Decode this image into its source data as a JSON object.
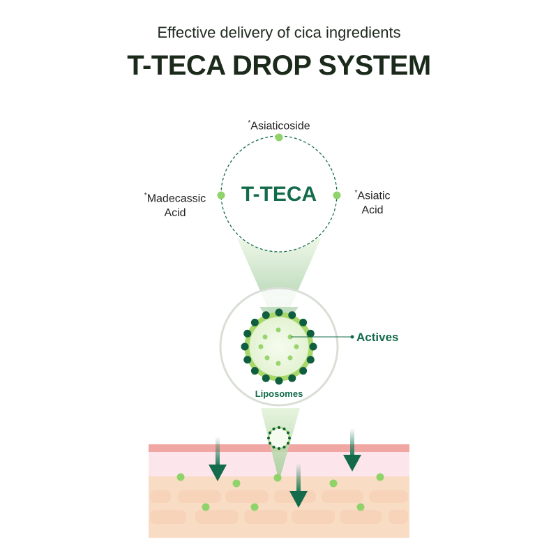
{
  "header": {
    "subtitle": "Effective delivery of cica ingredients",
    "title": "T-TECA DROP SYSTEM"
  },
  "ingredients": {
    "center": "T-TECA",
    "top": {
      "mark": "*",
      "name": "Asiaticoside"
    },
    "left": {
      "mark": "*",
      "line1": "Madecassic",
      "line2": "Acid"
    },
    "right": {
      "mark": "*",
      "line1": "Asiatic",
      "line2": "Acid"
    }
  },
  "liposome": {
    "actives_label": "Actives",
    "label": "Liposomes"
  },
  "colors": {
    "brand_green": "#146b4b",
    "light_green": "#8fd36a",
    "skin_top": "#f0a6a3",
    "skin_pink": "#fce6ec",
    "skin_peach": "#f9dcc4"
  }
}
